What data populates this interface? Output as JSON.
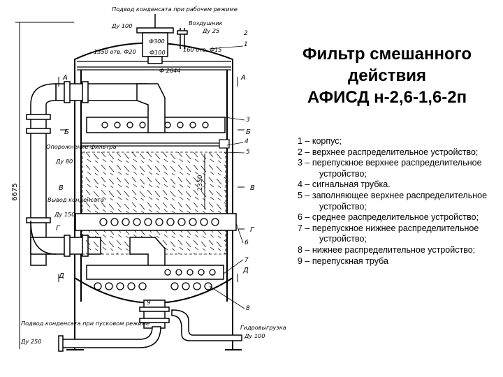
{
  "title_lines": [
    "Фильтр смешанного",
    "действия",
    "АФИСД н-2,6-1,6-2п"
  ],
  "legend": [
    "1 – корпус;",
    "2 – верхнее распределительное устройство;",
    "3 – перепускное верхнее распределительное устройство;",
    "4 – сигнальная трубка.",
    "5 – заполняющее верхнее распределительное устройство;",
    "6 – среднее распределительное устройство;",
    "7 – перепускное нижнее распределительное устройство;",
    "8 – нижнее распределительное устройство;",
    "9 – перепускная труба"
  ],
  "drawing": {
    "labels": {
      "condensate_inlet_working": "Подвод конденсата при рабочем режиме",
      "inlet_diameter": "Ду 100",
      "air_vent": "Воздушник",
      "air_vent_diameter": "Ду 25",
      "dim_300": "Ф300",
      "dim_100": "Ф100",
      "holes_top": "1350 отв. Ф20",
      "holes_top_right": "160 отв. Ф15",
      "shell_diameter": "Ф 2644",
      "filter_drain": "Опорожнение фильтра",
      "filter_drain_diameter": "Ду 80",
      "condensate_outlet": "Вывод конденсата",
      "condensate_outlet_diameter": "Ду 150",
      "condensate_inlet_startup": "Подвод конденсата при пусковом режиме",
      "startup_inlet_diameter": "Ду 250",
      "hydro_unload": "Гидровыгрузка",
      "hydro_unload_diameter": "Ду 100",
      "height": "6675",
      "bed_height": "2350"
    },
    "sections": [
      "А",
      "Б",
      "В",
      "Г",
      "Д"
    ],
    "item_numbers": [
      "1",
      "2",
      "3",
      "4",
      "5",
      "6",
      "7",
      "8",
      "9"
    ]
  }
}
